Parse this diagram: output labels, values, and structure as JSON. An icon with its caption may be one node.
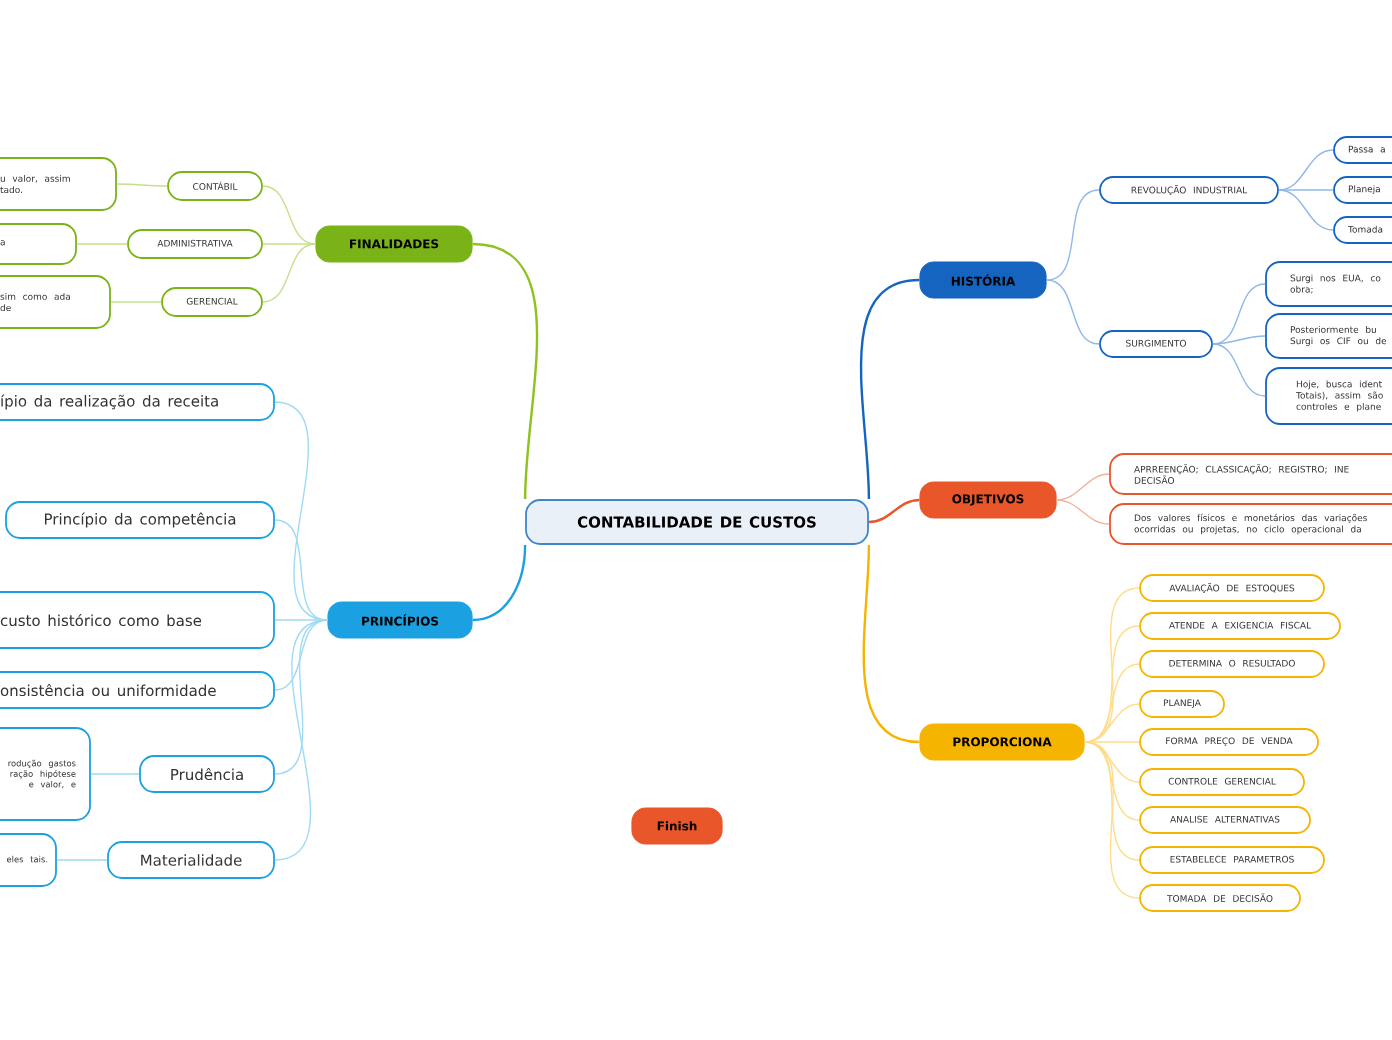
{
  "diagram": {
    "nodes": [
      {
        "text": [
          "CONTABILIDADE DE CUSTOS"
        ]
      },
      {
        "text": [
          "FINALIDADES"
        ]
      },
      {
        "text": [
          "CONTÁBIL"
        ]
      },
      {
        "text": [
          "ADMINISTRATIVA"
        ]
      },
      {
        "text": [
          "GERENCIAL"
        ]
      },
      {
        "text": [
          "u valor, assim tado."
        ]
      },
      {
        "text": [
          "a"
        ]
      },
      {
        "text": [
          "sim como ada de"
        ]
      },
      {
        "text": [
          "PRINCÍPIOS"
        ]
      },
      {
        "text": [
          "ípio da realização da receita"
        ]
      },
      {
        "text": [
          "Princípio da competência"
        ]
      },
      {
        "text": [
          "custo histórico como base"
        ]
      },
      {
        "text": [
          "onsistência ou uniformidade"
        ]
      },
      {
        "text": [
          "Prudência"
        ]
      },
      {
        "text": [
          "rodução gastos ração hipótese e valor, e"
        ]
      },
      {
        "text": [
          "Materialidade"
        ]
      },
      {
        "text": [
          "eles tais."
        ]
      },
      {
        "text": [
          "HISTÓRIA"
        ]
      },
      {
        "text": [
          "REVOLUÇÃO INDUSTRIAL"
        ]
      },
      {
        "text": [
          "Passa a"
        ]
      },
      {
        "text": [
          "Planeja"
        ]
      },
      {
        "text": [
          "Tomada"
        ]
      },
      {
        "text": [
          "SURGIMENTO"
        ]
      },
      {
        "text": [
          "Surgi nos EUA, co obra;"
        ]
      },
      {
        "text": [
          "Posteriormente bu Surgi os CIF ou de"
        ]
      },
      {
        "text": [
          "Hoje, busca ident Totais), assim são controles e plane"
        ]
      },
      {
        "text": [
          "OBJETIVOS"
        ]
      },
      {
        "text": [
          "APRREENÇÃO; CLASSICAÇÃO; REGISTRO; INE DECISÃO"
        ]
      },
      {
        "text": [
          "Dos valores físicos e monetários das variações ocorridas ou projetas, no ciclo operacional da"
        ]
      },
      {
        "text": [
          "PROPORCIONA"
        ]
      },
      {
        "text": [
          "AVALIAÇÃO DE ESTOQUES"
        ]
      },
      {
        "text": [
          "ATENDE A EXIGENCIA FISCAL"
        ]
      },
      {
        "text": [
          "DETERMINA O RESULTADO"
        ]
      },
      {
        "text": [
          "PLANEJA"
        ]
      },
      {
        "text": [
          "FORMA PREÇO DE VENDA"
        ]
      },
      {
        "text": [
          "CONTROLE GERENCIAL"
        ]
      },
      {
        "text": [
          "ANALISE ALTERNATIVAS"
        ]
      },
      {
        "text": [
          "ESTABELECE PARAMETROS"
        ]
      },
      {
        "text": [
          "TOMADA DE DECISÃO"
        ]
      },
      {
        "text": [
          "Finish"
        ]
      }
    ],
    "edges": [
      {
        "from": 0,
        "to": 1,
        "arrow": "none",
        "color": "#8dc21f"
      },
      {
        "from": 1,
        "to": 2,
        "arrow": "none",
        "color": "#c4e08a"
      },
      {
        "from": 1,
        "to": 3,
        "arrow": "none",
        "color": "#c4e08a"
      },
      {
        "from": 1,
        "to": 4,
        "arrow": "none",
        "color": "#c4e08a"
      },
      {
        "from": 2,
        "to": 5,
        "arrow": "none",
        "color": "#c4e08a"
      },
      {
        "from": 3,
        "to": 6,
        "arrow": "none",
        "color": "#c4e08a"
      },
      {
        "from": 4,
        "to": 7,
        "arrow": "none",
        "color": "#c4e08a"
      },
      {
        "from": 0,
        "to": 8,
        "arrow": "none",
        "color": "#1ba1e2"
      },
      {
        "from": 8,
        "to": 9,
        "arrow": "none",
        "color": "#9fdaf5"
      },
      {
        "from": 8,
        "to": 10,
        "arrow": "none",
        "color": "#9fdaf5"
      },
      {
        "from": 8,
        "to": 11,
        "arrow": "none",
        "color": "#9fdaf5"
      },
      {
        "from": 8,
        "to": 12,
        "arrow": "none",
        "color": "#9fdaf5"
      },
      {
        "from": 8,
        "to": 13,
        "arrow": "none",
        "color": "#9fdaf5"
      },
      {
        "from": 8,
        "to": 15,
        "arrow": "none",
        "color": "#9fdaf5"
      },
      {
        "from": 13,
        "to": 14,
        "arrow": "none",
        "color": "#9fdaf5"
      },
      {
        "from": 15,
        "to": 16,
        "arrow": "none",
        "color": "#9fdaf5"
      },
      {
        "from": 0,
        "to": 17,
        "arrow": "none",
        "color": "#1565c0"
      },
      {
        "from": 17,
        "to": 18,
        "arrow": "none",
        "color": "#8fb8ea"
      },
      {
        "from": 18,
        "to": 19,
        "arrow": "none",
        "color": "#8fb8ea"
      },
      {
        "from": 18,
        "to": 20,
        "arrow": "none",
        "color": "#8fb8ea"
      },
      {
        "from": 18,
        "to": 21,
        "arrow": "none",
        "color": "#8fb8ea"
      },
      {
        "from": 17,
        "to": 22,
        "arrow": "none",
        "color": "#8fb8ea"
      },
      {
        "from": 22,
        "to": 23,
        "arrow": "none",
        "color": "#8fb8ea"
      },
      {
        "from": 22,
        "to": 24,
        "arrow": "none",
        "color": "#8fb8ea"
      },
      {
        "from": 22,
        "to": 25,
        "arrow": "none",
        "color": "#8fb8ea"
      },
      {
        "from": 0,
        "to": 26,
        "arrow": "none",
        "color": "#e8562a"
      },
      {
        "from": 26,
        "to": 27,
        "arrow": "none",
        "color": "#f4b29a"
      },
      {
        "from": 26,
        "to": 28,
        "arrow": "none",
        "color": "#f4b29a"
      },
      {
        "from": 0,
        "to": 29,
        "arrow": "none",
        "color": "#f5b400"
      },
      {
        "from": 29,
        "to": 30,
        "arrow": "none",
        "color": "#ffdc8a"
      },
      {
        "from": 29,
        "to": 31,
        "arrow": "none",
        "color": "#ffdc8a"
      },
      {
        "from": 29,
        "to": 32,
        "arrow": "none",
        "color": "#ffdc8a"
      },
      {
        "from": 29,
        "to": 33,
        "arrow": "none",
        "color": "#ffdc8a"
      },
      {
        "from": 29,
        "to": 34,
        "arrow": "none",
        "color": "#ffdc8a"
      },
      {
        "from": 29,
        "to": 35,
        "arrow": "none",
        "color": "#ffdc8a"
      },
      {
        "from": 29,
        "to": 36,
        "arrow": "none",
        "color": "#ffdc8a"
      },
      {
        "from": 29,
        "to": 37,
        "arrow": "none",
        "color": "#ffdc8a"
      },
      {
        "from": 29,
        "to": 38,
        "arrow": "none",
        "color": "#ffdc8a"
      }
    ]
  }
}
